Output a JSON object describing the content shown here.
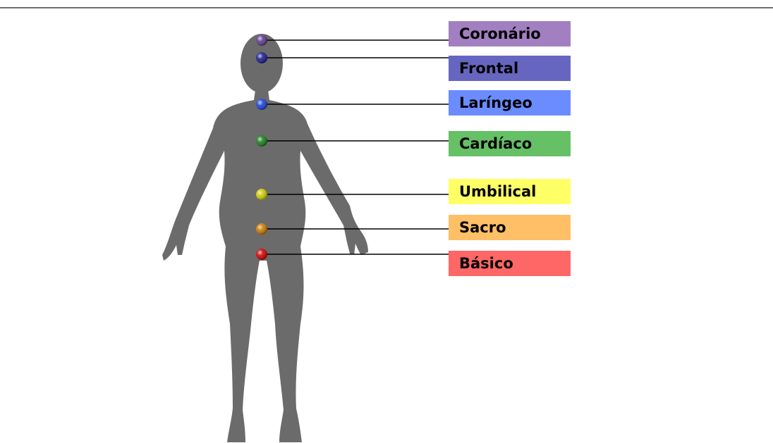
{
  "chakras": [
    {
      "label": "Coronário",
      "color": "#a27fc0",
      "dot": "#5a3a87"
    },
    {
      "label": "Frontal",
      "color": "#6666c0",
      "dot": "#1a1a8a"
    },
    {
      "label": "Laríngeo",
      "color": "#6b8cff",
      "dot": "#1a3fd0"
    },
    {
      "label": "Cardíaco",
      "color": "#66c066",
      "dot": "#1a7a1a"
    },
    {
      "label": "Umbilical",
      "color": "#ffff66",
      "dot": "#c8c800"
    },
    {
      "label": "Sacro",
      "color": "#ffbf66",
      "dot": "#c87800"
    },
    {
      "label": "Básico",
      "color": "#ff6666",
      "dot": "#c80000"
    }
  ]
}
